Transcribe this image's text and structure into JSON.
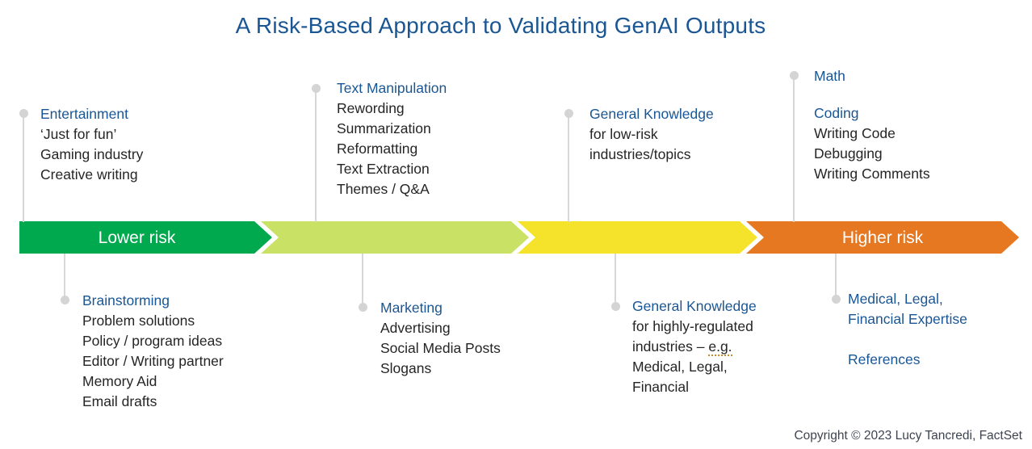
{
  "title": "A Risk-Based Approach to Validating GenAI Outputs",
  "arrow": {
    "lower_label": "Lower risk",
    "higher_label": "Higher risk",
    "colors": {
      "green": "#00A84E",
      "light_green": "#C9E265",
      "yellow": "#F4E32A",
      "orange": "#E77822"
    }
  },
  "callouts": {
    "top": [
      {
        "heading": "Entertainment",
        "items": [
          "‘Just for fun’",
          "Gaming industry",
          "Creative writing"
        ]
      },
      {
        "heading": "Text Manipulation",
        "items": [
          "Rewording",
          "Summarization",
          "Reformatting",
          "Text Extraction",
          "Themes / Q&A"
        ]
      },
      {
        "heading": "General Knowledge",
        "items": [
          "for low-risk",
          "industries/topics"
        ]
      },
      {
        "heading": "Math",
        "heading2": "Coding",
        "items": [
          "Writing Code",
          "Debugging",
          "Writing Comments"
        ]
      }
    ],
    "bottom": [
      {
        "heading": "Brainstorming",
        "items": [
          "Problem solutions",
          "Policy / program ideas",
          "Editor / Writing partner",
          "Memory Aid",
          "Email drafts"
        ]
      },
      {
        "heading": "Marketing",
        "items": [
          "Advertising",
          "Social Media Posts",
          "Slogans"
        ]
      },
      {
        "heading": "General Knowledge",
        "line1": "for highly-regulated",
        "line2_prefix": "industries – ",
        "line2_squiggle": "e.g.",
        "line3": "Medical, Legal,",
        "line4": "Financial"
      },
      {
        "heading_line1": "Medical, Legal,",
        "heading_line2": "Financial Expertise",
        "heading2": "References"
      }
    ]
  },
  "footer": {
    "copyright": "Copyright © 2023 Lucy Tancredi, FactSet"
  }
}
